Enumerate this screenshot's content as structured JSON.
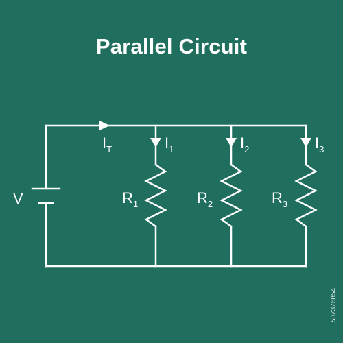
{
  "title": "Parallel Circuit",
  "colors": {
    "background": "#1f6e5e",
    "foreground": "#ffffff"
  },
  "labels": {
    "voltage": "V",
    "total_current": {
      "main": "I",
      "sub": "T"
    },
    "branches": [
      {
        "current": {
          "main": "I",
          "sub": "1"
        },
        "resistor": {
          "main": "R",
          "sub": "1"
        }
      },
      {
        "current": {
          "main": "I",
          "sub": "2"
        },
        "resistor": {
          "main": "R",
          "sub": "2"
        }
      },
      {
        "current": {
          "main": "I",
          "sub": "3"
        },
        "resistor": {
          "main": "R",
          "sub": "3"
        }
      }
    ]
  },
  "watermark": "507376854"
}
